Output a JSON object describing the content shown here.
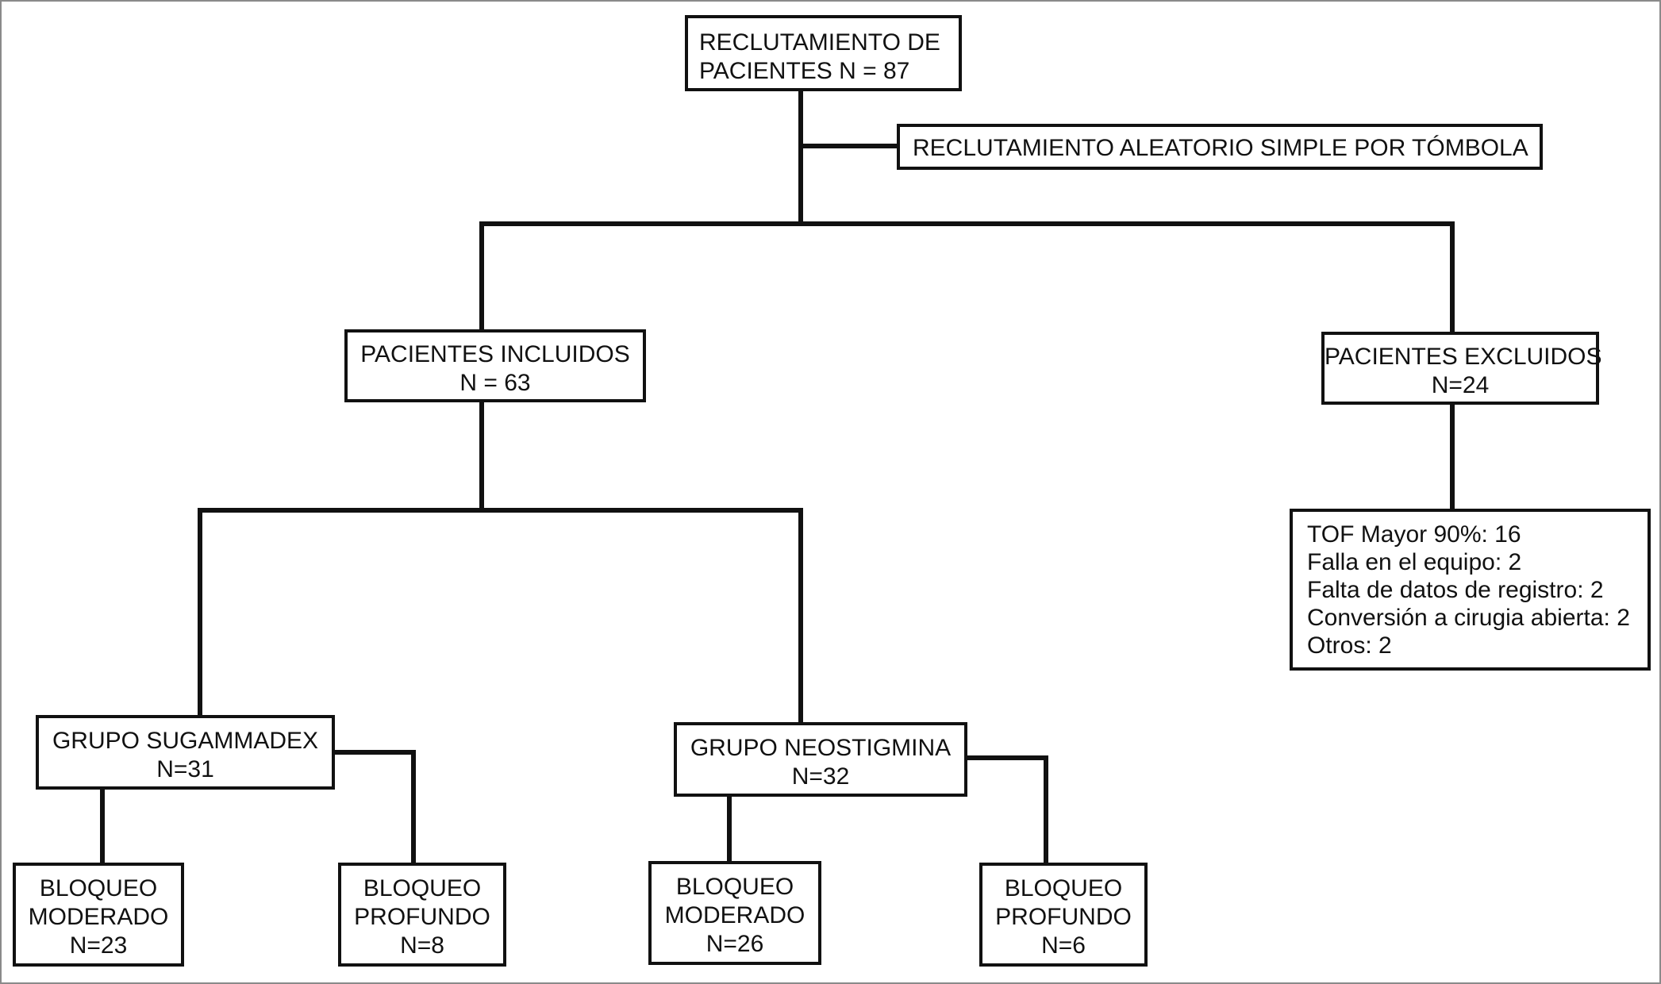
{
  "boxes": {
    "recruitment": {
      "line1": "RECLUTAMIENTO DE",
      "line2": "PACIENTES N = 87"
    },
    "randomization": {
      "text": "RECLUTAMIENTO ALEATORIO SIMPLE POR TÓMBOLA"
    },
    "included": {
      "line1": "PACIENTES INCLUIDOS",
      "line2": "N = 63"
    },
    "excluded": {
      "line1": "PACIENTES EXCLUIDOS",
      "line2": "N=24"
    },
    "exclusion_reasons": [
      "TOF Mayor 90%: 16",
      "Falla en el equipo: 2",
      "Falta de datos de registro: 2",
      "Conversión a cirugia abierta:  2",
      "Otros: 2"
    ],
    "sugammadex": {
      "line1": "GRUPO SUGAMMADEX",
      "line2": "N=31"
    },
    "neostigmina": {
      "line1": "GRUPO NEOSTIGMINA",
      "line2": "N=32"
    },
    "sug_moderate": {
      "line1": "BLOQUEO",
      "line2": "MODERADO",
      "line3": "N=23"
    },
    "sug_deep": {
      "line1": "BLOQUEO",
      "line2": "PROFUNDO",
      "line3": "N=8"
    },
    "neo_moderate": {
      "line1": "BLOQUEO",
      "line2": "MODERADO",
      "line3": "N=26"
    },
    "neo_deep": {
      "line1": "BLOQUEO",
      "line2": "PROFUNDO",
      "line3": "N=6"
    }
  },
  "colors": {
    "line": "#111111",
    "frame": "#8a8a8a",
    "background": "#ffffff"
  }
}
